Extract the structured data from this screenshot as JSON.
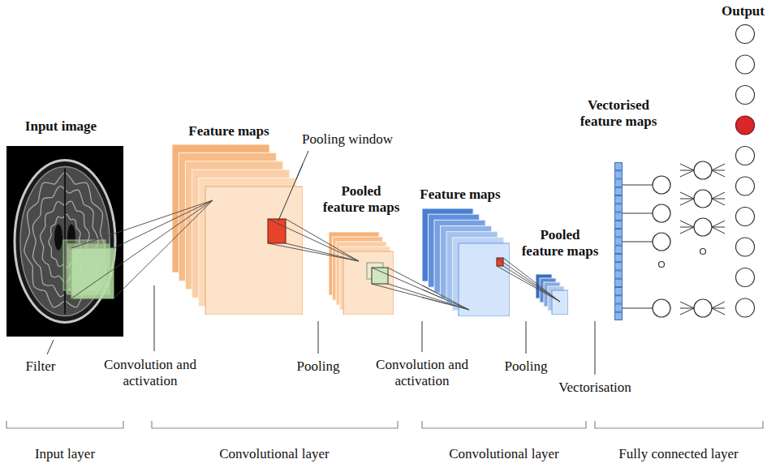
{
  "diagram": {
    "nodes": [
      {
        "text": [
          "Input image"
        ]
      },
      {
        "text": [
          "Feature maps"
        ]
      },
      {
        "text": [
          "Pooled feature maps"
        ]
      },
      {
        "text": [
          "Feature maps"
        ]
      },
      {
        "text": [
          "Pooled feature maps"
        ]
      },
      {
        "text": [
          "Vectorised feature maps"
        ]
      },
      {
        "text": [
          "Output"
        ]
      }
    ],
    "edges": [
      {
        "from": 0,
        "to": 1,
        "arrow": "none"
      },
      {
        "from": 1,
        "to": 2,
        "arrow": "none"
      },
      {
        "from": 2,
        "to": 3,
        "arrow": "none"
      },
      {
        "from": 3,
        "to": 4,
        "arrow": "none"
      }
    ],
    "labels": [
      "Pooling window",
      "Filter",
      "Convolution and activation",
      "Pooling",
      "Convolution and activation",
      "Pooling",
      "Vectorisation",
      "Input layer",
      "Convolutional layer",
      "Convolutional layer",
      "Fully connected layer"
    ]
  }
}
